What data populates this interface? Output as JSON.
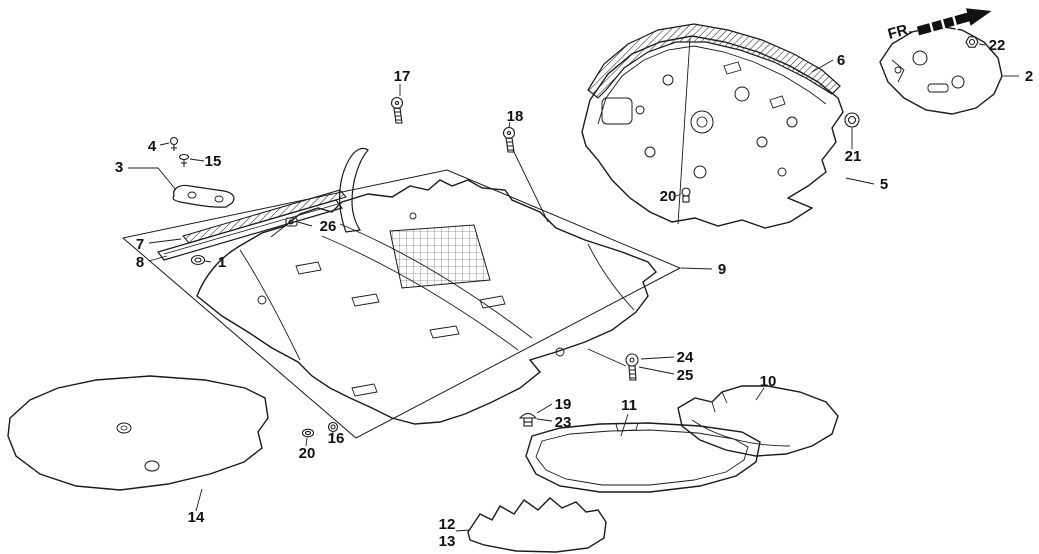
{
  "diagram": {
    "fr_label": "FR.",
    "callouts": [
      {
        "label": "17"
      },
      {
        "label": "18"
      },
      {
        "label": "4"
      },
      {
        "label": "15"
      },
      {
        "label": "3"
      },
      {
        "label": "6"
      },
      {
        "label": "22"
      },
      {
        "label": "2"
      },
      {
        "label": "21"
      },
      {
        "label": "5"
      },
      {
        "label": "20"
      },
      {
        "label": "26"
      },
      {
        "label": "7"
      },
      {
        "label": "8"
      },
      {
        "label": "1"
      },
      {
        "label": "9"
      },
      {
        "label": "24"
      },
      {
        "label": "25"
      },
      {
        "label": "10"
      },
      {
        "label": "19"
      },
      {
        "label": "23"
      },
      {
        "label": "11"
      },
      {
        "label": "16"
      },
      {
        "label": "20"
      },
      {
        "label": "14"
      },
      {
        "label": "12"
      },
      {
        "label": "13"
      }
    ],
    "colors": {
      "line": "#1a1a1a",
      "background": "#ffffff"
    }
  }
}
